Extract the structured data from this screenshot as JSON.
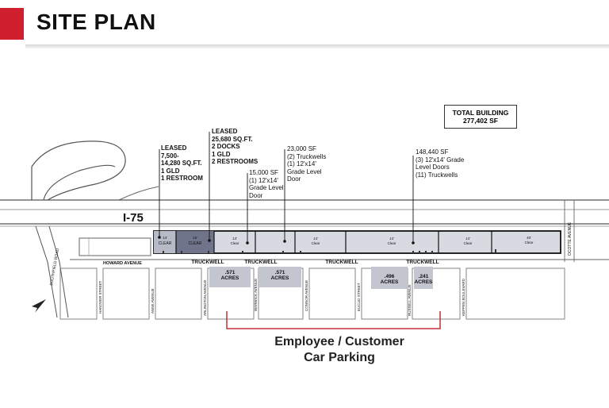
{
  "header": {
    "title": "SITE PLAN"
  },
  "total_building": {
    "line1": "TOTAL BUILDING",
    "line2": "277,402 SF"
  },
  "highway": {
    "label": "I-75"
  },
  "callouts": [
    {
      "lines": [
        "LEASED",
        "7,500-",
        "14,280 SQ.FT.",
        "1 GLD",
        "1 RESTROOM"
      ]
    },
    {
      "lines": [
        "LEASED",
        "25,680 SQ.FT.",
        "2 DOCKS",
        "1 GLD",
        "2 RESTROOMS"
      ]
    },
    {
      "lines": [
        "15,000 SF",
        "(1) 12'x14'",
        "Grade Level",
        "Door"
      ]
    },
    {
      "lines": [
        "23,000 SF",
        "(2) Truckwells",
        "(1) 12'x14'",
        "Grade Level",
        "Door"
      ]
    },
    {
      "lines": [
        "148,440 SF",
        "(3) 12'x14' Grade",
        "Level Doors",
        "(11) Truckwells"
      ]
    }
  ],
  "bays": [
    {
      "line1": "14'",
      "line2": "CLEAR"
    },
    {
      "line1": "16'",
      "line2": "CLEAR"
    },
    {
      "line1": "14'",
      "line2": "Clear"
    },
    {
      "line1": "14'",
      "line2": "Clear"
    },
    {
      "line1": "14'",
      "line2": "Clear"
    },
    {
      "line1": "14'",
      "line2": "Clear"
    },
    {
      "line1": "40'",
      "line2": "Clear"
    }
  ],
  "roads": {
    "howard": "HOWARD AVENUE",
    "southfield": "SOUTHFIELD ROAD",
    "ocotte": "OCOTTE AVENUE",
    "truckwell": "TRUCKWELL",
    "streets": [
      "HANOVER STREET",
      "ANNE AVENUE",
      "ARLINGTON AVENUE",
      "WARWICK AVENUE",
      "CONNOR AVENUE",
      "EUCLID STREET",
      "RUSSELL AVENUE",
      "KEPPEN BOULEVARD"
    ]
  },
  "parcels": [
    {
      "acres": ".571",
      "unit": "ACRES"
    },
    {
      "acres": ".571",
      "unit": "ACRES"
    },
    {
      "acres": ".496",
      "unit": "ACRES"
    },
    {
      "acres": ".241",
      "unit": "ACRES"
    }
  ],
  "parking": {
    "line1": "Employee / Customer",
    "line2": "Car Parking"
  }
}
